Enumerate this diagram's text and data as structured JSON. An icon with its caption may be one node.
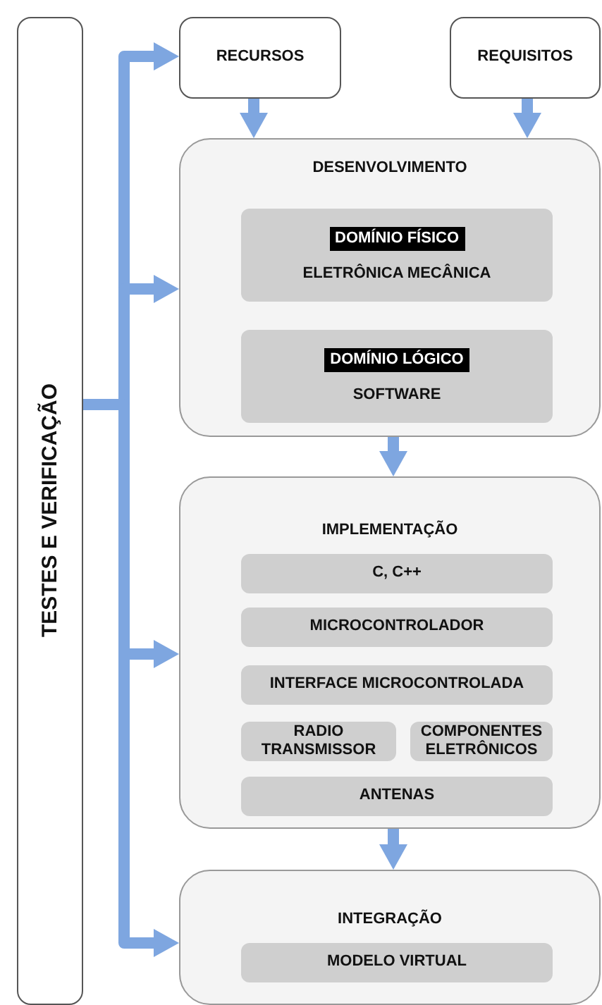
{
  "diagram": {
    "nodes": [
      {
        "text": [
          "TESTES E VERIFICAÇÃO"
        ]
      },
      {
        "text": [
          "RECURSOS"
        ]
      },
      {
        "text": [
          "REQUISITOS"
        ]
      },
      {
        "text": [
          "DESENVOLVIMENTO"
        ]
      },
      {
        "text": [
          "DOMÍNIO FÍSICO",
          "ELETRÔNICA MECÂNICA"
        ],
        "in": 3
      },
      {
        "text": [
          "DOMÍNIO LÓGICO",
          "SOFTWARE"
        ],
        "in": 3
      },
      {
        "text": [
          "IMPLEMENTAÇÃO"
        ]
      },
      {
        "text": [
          "C, C++"
        ],
        "in": 6
      },
      {
        "text": [
          "MICROCONTROLADOR"
        ],
        "in": 6
      },
      {
        "text": [
          "INTERFACE MICROCONTROLADA"
        ],
        "in": 6
      },
      {
        "text": [
          "RADIO TRANSMISSOR"
        ],
        "in": 6
      },
      {
        "text": [
          "COMPONENTES ELETRÔNICOS"
        ],
        "in": 6
      },
      {
        "text": [
          "ANTENAS"
        ],
        "in": 6
      },
      {
        "text": [
          "INTEGRAÇÃO"
        ]
      },
      {
        "text": [
          "MODELO VIRTUAL"
        ],
        "in": 13
      }
    ],
    "edges": [
      {
        "from": 0,
        "to": 1,
        "arrow": "to"
      },
      {
        "from": 0,
        "to": 3,
        "arrow": "to"
      },
      {
        "from": 0,
        "to": 6,
        "arrow": "to"
      },
      {
        "from": 0,
        "to": 13,
        "arrow": "to"
      },
      {
        "from": 1,
        "to": 3,
        "arrow": "to"
      },
      {
        "from": 2,
        "to": 3,
        "arrow": "to"
      },
      {
        "from": 3,
        "to": 6,
        "arrow": "to"
      },
      {
        "from": 6,
        "to": 13,
        "arrow": "to"
      }
    ]
  }
}
